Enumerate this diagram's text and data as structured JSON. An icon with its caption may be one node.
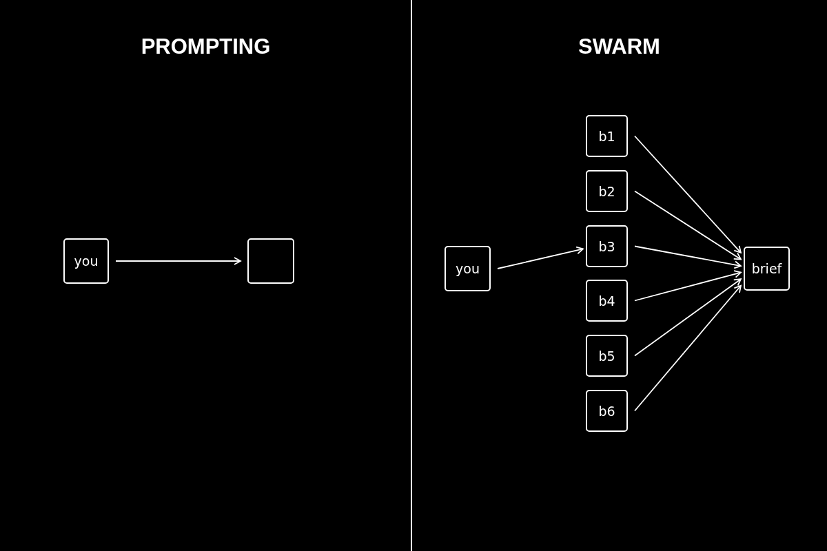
{
  "diagram": {
    "nodes": [
      {
        "text": [
          "you"
        ]
      },
      {
        "text": [],
        "shape": "box"
      },
      {
        "text": [
          "you"
        ]
      },
      {
        "text": [
          "b1"
        ]
      },
      {
        "text": [
          "b2"
        ]
      },
      {
        "text": [
          "b3"
        ]
      },
      {
        "text": [
          "b4"
        ]
      },
      {
        "text": [
          "b5"
        ]
      },
      {
        "text": [
          "b6"
        ]
      },
      {
        "text": [
          "brief"
        ]
      }
    ],
    "edges": [
      {
        "from": 0,
        "to": 1,
        "arrow": "to"
      },
      {
        "from": 2,
        "to": 5,
        "arrow": "to"
      },
      {
        "from": 3,
        "to": 9,
        "arrow": "to"
      },
      {
        "from": 4,
        "to": 9,
        "arrow": "to"
      },
      {
        "from": 5,
        "to": 9,
        "arrow": "to"
      },
      {
        "from": 6,
        "to": 9,
        "arrow": "to"
      },
      {
        "from": 7,
        "to": 9,
        "arrow": "to"
      },
      {
        "from": 8,
        "to": 9,
        "arrow": "to"
      }
    ],
    "labels": [
      "PROMPTING",
      "SWARM"
    ]
  }
}
